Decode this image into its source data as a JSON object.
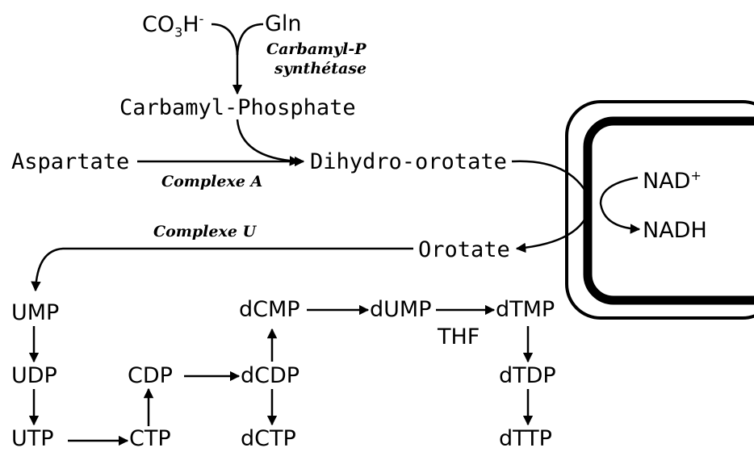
{
  "molecules": {
    "bicarbonate": "CO",
    "bicarbonate_sub": "3",
    "bicarbonate_rest": "H",
    "bicarbonate_sup": "-",
    "gln": "Gln",
    "carbamyl_phosphate": "Carbamyl-Phosphate",
    "aspartate": "Aspartate",
    "dihydro_orotate": "Dihydro-orotate",
    "nad": "NAD",
    "nad_sup": "+",
    "nadh": "NADH",
    "orotate": "Orotate",
    "ump": "UMP",
    "udp": "UDP",
    "utp": "UTP",
    "ctp": "CTP",
    "cdp": "CDP",
    "dcdp": "dCDP",
    "dctp": "dCTP",
    "dcmp": "dCMP",
    "dump": "dUMP",
    "dtmp": "dTMP",
    "dtdp": "dTDP",
    "dttp": "dTTP",
    "thf": "THF"
  },
  "enzymes": {
    "carbamyl_p_line1": "Carbamyl-P",
    "carbamyl_p_line2": "synthétase",
    "complexe_a": "Complexe A",
    "complexe_u": "Complexe U"
  }
}
